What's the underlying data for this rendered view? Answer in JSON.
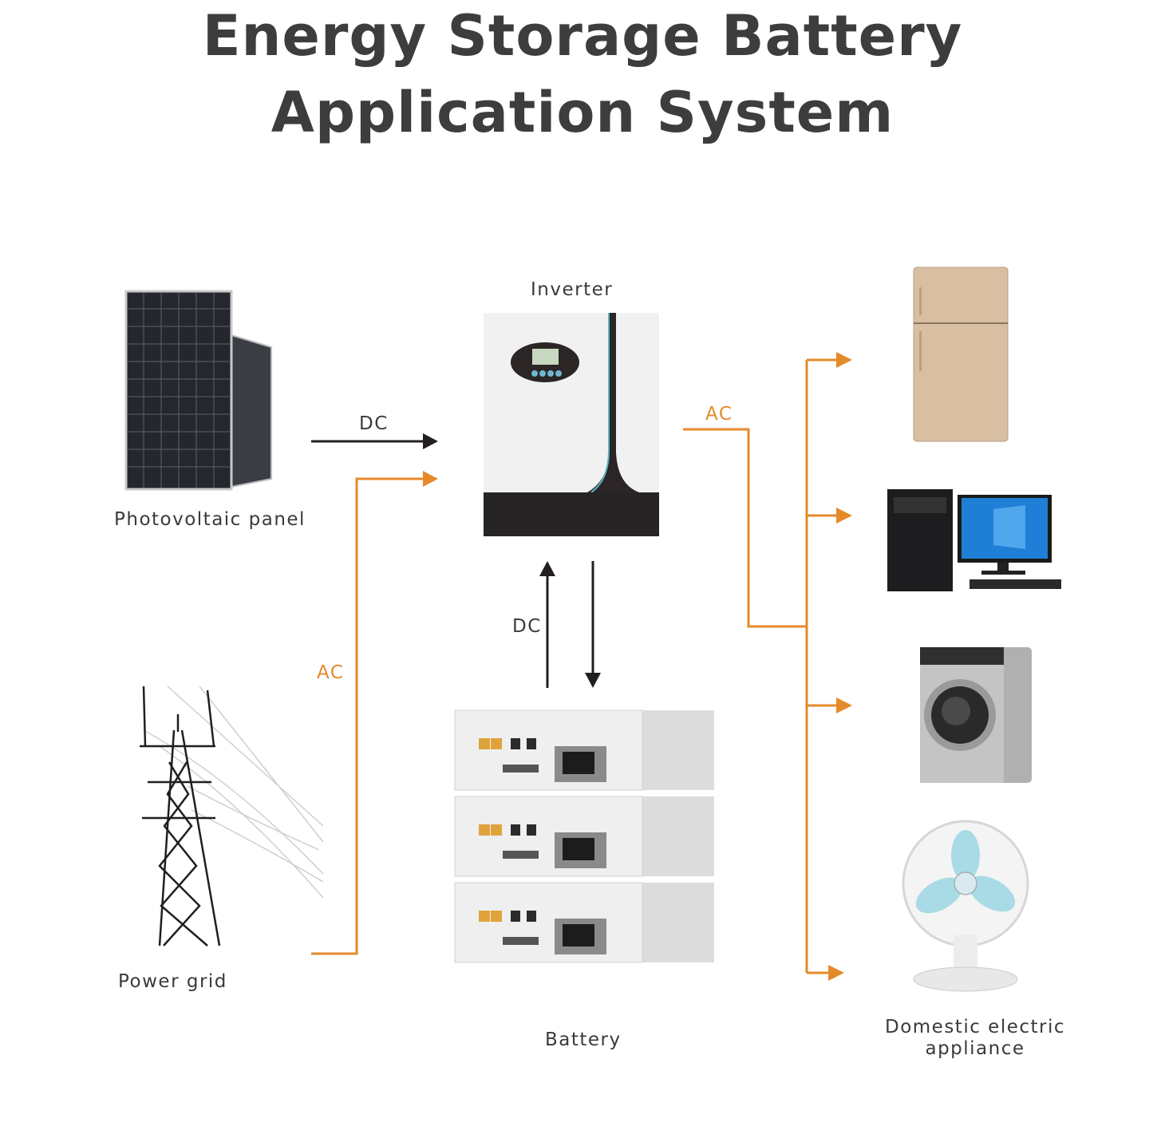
{
  "title": {
    "line1": "Energy Storage Battery",
    "line2": "Application System"
  },
  "components": {
    "pv_panel": {
      "label": "Photovoltaic panel",
      "icon": "solar-panel-icon"
    },
    "power_grid": {
      "label": "Power grid",
      "icon": "transmission-tower-icon"
    },
    "inverter": {
      "label": "Inverter",
      "icon": "inverter-icon"
    },
    "battery": {
      "label": "Battery",
      "icon": "battery-rack-icon",
      "modules": 3
    },
    "appliances": {
      "label_line1": "Domestic electric",
      "label_line2": "appliance",
      "items": [
        {
          "name": "refrigerator",
          "icon": "refrigerator-icon"
        },
        {
          "name": "computer",
          "icon": "desktop-computer-icon"
        },
        {
          "name": "washing machine",
          "icon": "washing-machine-icon"
        },
        {
          "name": "fan",
          "icon": "electric-fan-icon"
        }
      ]
    }
  },
  "connections": {
    "pv_to_inverter": "DC",
    "grid_to_inverter": "AC",
    "inverter_battery": "DC",
    "inverter_to_appliances": "AC"
  },
  "colors": {
    "dc": "#231f20",
    "ac": "#e58a2b",
    "title": "#3f3c3c"
  }
}
